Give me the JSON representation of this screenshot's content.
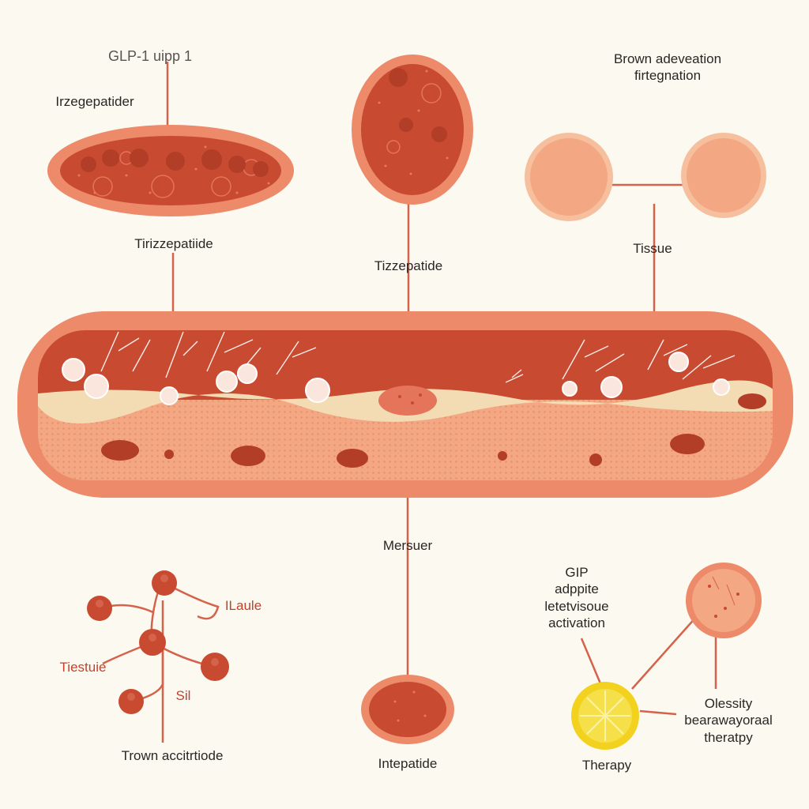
{
  "labels": {
    "glp1": "GLP-1 uipp 1",
    "irzegepatider": "Irzegepatider",
    "tirizzepatiide": "Tirizzepatiide",
    "tizzepatide": "Tizzepatide",
    "brown_adevation": "Brown adeveation\nfirtegnation",
    "tissue_top": "Tissue",
    "mersuer": "Mersuer",
    "ilaule": "ILaule",
    "tiestuie": "Tiestuie",
    "sil": "Sil",
    "trown_accitrtiode": "Trown accitrtiode",
    "intepatide": "Intepatide",
    "gip_activation": "GIP\nadppite\nletetvisoue\nactivation",
    "olessity": "Olessity\nbearawayoraal\ntheratpy",
    "therapy": "Therapy"
  },
  "colors": {
    "background": "#fcf9f1",
    "vessel_outer": "#ec8a6a",
    "vessel_lumen": "#c84a30",
    "tissue": "#f3a783",
    "fat_band": "#f3dcb4",
    "cell_dark": "#c84a30",
    "connector": "#d5624a",
    "lemon": "#f2d21e"
  }
}
